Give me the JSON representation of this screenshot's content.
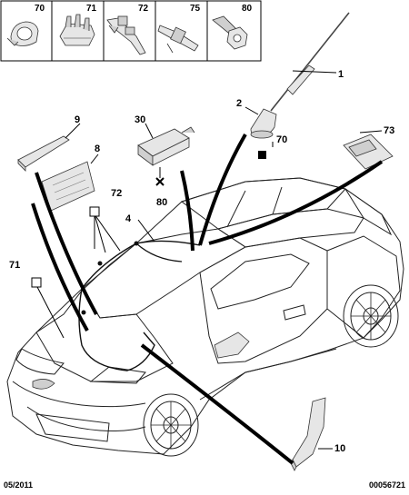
{
  "legend": [
    {
      "ref": "70",
      "icon": "cable-clip-icon"
    },
    {
      "ref": "71",
      "icon": "harness-clip-icon"
    },
    {
      "ref": "72",
      "icon": "ribbon-clip-icon"
    },
    {
      "ref": "75",
      "icon": "grommet-clip-icon"
    },
    {
      "ref": "80",
      "icon": "hex-nut-icon"
    }
  ],
  "callouts": {
    "c1": "1",
    "c2": "2",
    "c4": "4",
    "c8": "8",
    "c9": "9",
    "c10": "10",
    "c30": "30",
    "c70": "70",
    "c71": "71",
    "c72": "72",
    "c73": "73",
    "c80": "80"
  },
  "footer": {
    "date": "05/2011",
    "code": "00056721"
  }
}
